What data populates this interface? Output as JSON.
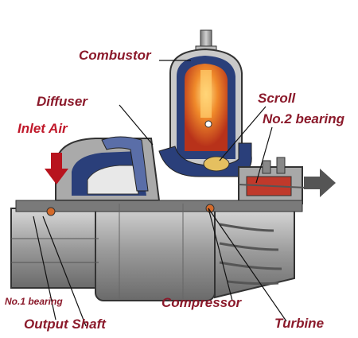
{
  "diagram": {
    "labels": {
      "combustor": "Combustor",
      "diffuser": "Diffuser",
      "scroll": "Scroll",
      "no2_bearing": "No.2 bearing",
      "inlet_air": "Inlet Air",
      "no1_bearing": "No.1 bearing",
      "output_shaft": "Output Shaft",
      "compressor": "Compressor",
      "turbine": "Turbine"
    },
    "colors": {
      "label_red": "#8b1a2b",
      "inlet_label": "#c0182a",
      "flame": "#e05a1a",
      "casing_blue": "#2a3f7a",
      "metal_gray": "#8a8a8a",
      "arrow_red": "#b8141e",
      "arrow_gray": "#555555"
    }
  }
}
